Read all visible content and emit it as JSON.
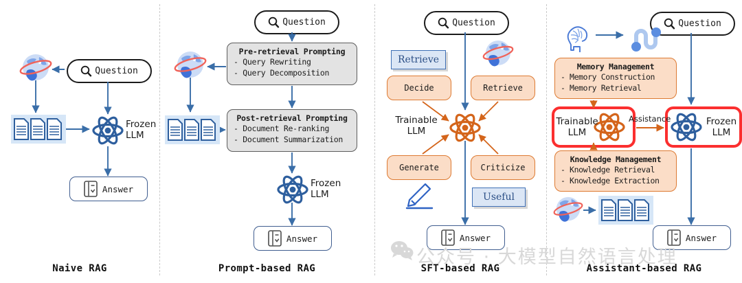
{
  "panels": [
    {
      "id": "naive",
      "title": "Naive RAG",
      "question": "Question",
      "answer": "Answer",
      "llm_line1": "Frozen",
      "llm_line2": "LLM",
      "icons": [
        "search-icon",
        "globe-icon",
        "documents-icon",
        "atom-icon",
        "answer-card-icon"
      ]
    },
    {
      "id": "prompt",
      "title": "Prompt-based RAG",
      "question": "Question",
      "answer": "Answer",
      "llm_line1": "Frozen",
      "llm_line2": "LLM",
      "box_pre": {
        "heading": "Pre-retrieval Prompting",
        "items": [
          "- Query Rewriting",
          "- Query Decomposition"
        ]
      },
      "box_post": {
        "heading": "Post-retrieval Prompting",
        "items": [
          "- Document Re-ranking",
          "- Document Summarization"
        ]
      }
    },
    {
      "id": "sft",
      "title": "SFT-based RAG",
      "question": "Question",
      "answer": "Answer",
      "llm_line1": "Trainable",
      "llm_line2": "LLM",
      "tag_retrieve": "Retrieve",
      "tag_useful": "Useful",
      "actions": [
        "Decide",
        "Retrieve",
        "Generate",
        "Criticize"
      ]
    },
    {
      "id": "assistant",
      "title": "Assistant-based RAG",
      "question": "Question",
      "answer": "Answer",
      "trainable_line1": "Trainable",
      "trainable_line2": "LLM",
      "frozen_line1": "Frozen",
      "frozen_line2": "LLM",
      "assistance_label": "Assistance",
      "box_memory": {
        "heading": "Memory Management",
        "items": [
          "- Memory Construction",
          "- Memory Retrieval"
        ]
      },
      "box_knowledge": {
        "heading": "Knowledge Management",
        "items": [
          "- Knowledge Retrieval",
          "- Knowledge Extraction"
        ]
      }
    }
  ],
  "watermark": {
    "text": "公众号 · 大模型自然语言处理",
    "icon": "wechat-icon"
  },
  "colors": {
    "arrow_blue": "#3a6ea8",
    "arrow_orange": "#d4651b",
    "atom_blue": "#2e5f9e",
    "atom_orange": "#d4651b",
    "orange_fill": "#fbddc7",
    "orange_border": "#dd7a32",
    "gray_fill": "#e3e3e3",
    "gray_border": "#5c5c5c",
    "tag_fill": "#dbe6f5",
    "tag_border": "#3e6fb5",
    "red_outline": "#fb2f2f",
    "doc_bg": "#d6e6f7",
    "globe_ring": "#f0635a"
  }
}
